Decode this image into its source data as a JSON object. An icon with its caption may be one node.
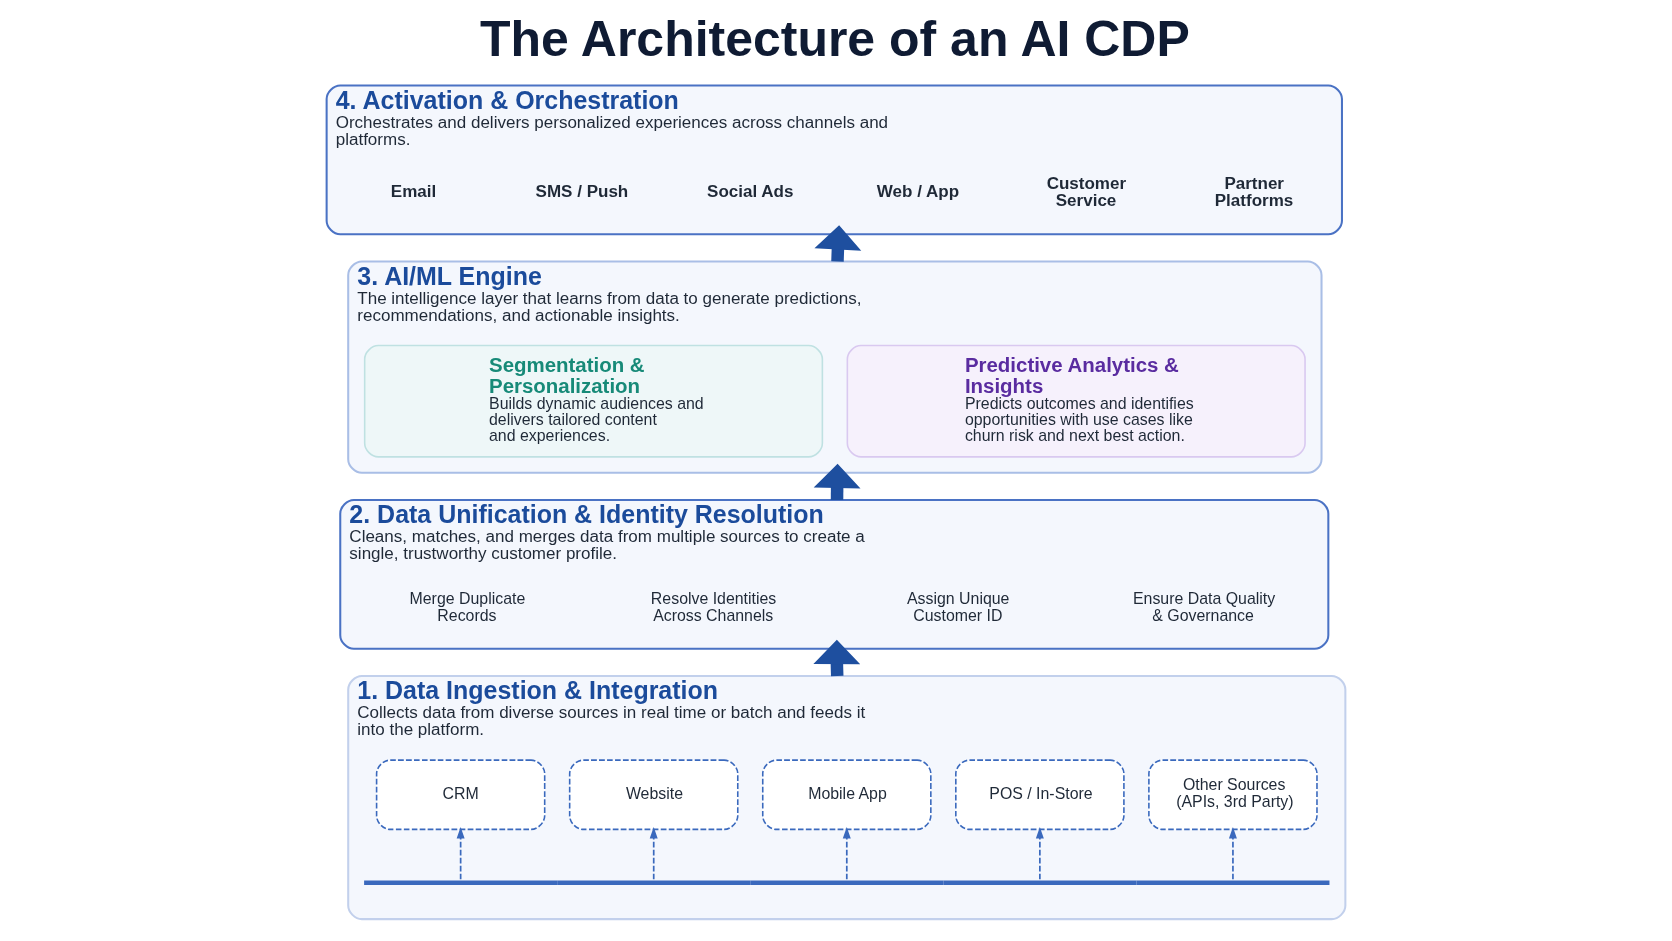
{
  "diagram": {
    "title": "The Architecture of an AI CDP",
    "nodes": [
      {
        "text": [
          "4. Activation & Orchestration",
          "Orchestrates and delivers personalized experiences across channels and platforms."
        ]
      },
      {
        "text": [
          "Email"
        ],
        "in": 0
      },
      {
        "text": [
          "SMS / Push"
        ],
        "in": 0
      },
      {
        "text": [
          "Social Ads"
        ],
        "in": 0
      },
      {
        "text": [
          "Web / App"
        ],
        "in": 0
      },
      {
        "text": [
          "Customer Service"
        ],
        "in": 0
      },
      {
        "text": [
          "Partner Platforms"
        ],
        "in": 0
      },
      {
        "text": [
          "3. AI/ML Engine",
          "The intelligence layer that learns from data to generate predictions, recommendations, and actionable insights."
        ]
      },
      {
        "text": [
          "Segmentation & Personalization",
          "Builds dynamic audiences and delivers tailored content and experiences."
        ],
        "in": 7
      },
      {
        "text": [
          "Predictive Analytics & Insights",
          "Predicts outcomes and identifies opportunities with use cases like churn risk and next best action."
        ],
        "in": 7
      },
      {
        "text": [
          "2. Data Unification & Identity Resolution",
          "Cleans, matches, and merges data from multiple sources to create a single, trustworthy customer profile."
        ]
      },
      {
        "text": [
          "Merge Duplicate Records"
        ],
        "in": 10
      },
      {
        "text": [
          "Resolve Identities Across Channels"
        ],
        "in": 10
      },
      {
        "text": [
          "Assign Unique Customer ID"
        ],
        "in": 10
      },
      {
        "text": [
          "Ensure Data Quality & Governance"
        ],
        "in": 10
      },
      {
        "text": [
          "1. Data Ingestion & Integration",
          "Collects data from diverse sources in real time or batch and feeds it into the platform."
        ]
      },
      {
        "text": [],
        "shape": "bar",
        "in": 15
      },
      {
        "text": [
          "CRM"
        ],
        "in": 15
      },
      {
        "text": [
          "Website"
        ],
        "in": 15
      },
      {
        "text": [
          "Mobile App"
        ],
        "in": 15
      },
      {
        "text": [
          "POS / In-Store"
        ],
        "in": 15
      },
      {
        "text": [
          "Other Sources (APIs, 3rd Party)"
        ],
        "in": 15
      }
    ],
    "edges": [
      {
        "from": 7,
        "to": 0,
        "arrow": "to",
        "style": "thick",
        "color": "#1e4f9f"
      },
      {
        "from": 10,
        "to": 7,
        "arrow": "to",
        "style": "thick",
        "color": "#1e4f9f"
      },
      {
        "from": 15,
        "to": 10,
        "arrow": "to",
        "style": "thick",
        "color": "#1e4f9f"
      },
      {
        "from": 16,
        "to": 17,
        "arrow": "to",
        "style": "dashed"
      },
      {
        "from": 16,
        "to": 18,
        "arrow": "to",
        "style": "dashed"
      },
      {
        "from": 16,
        "to": 19,
        "arrow": "to",
        "style": "dashed"
      },
      {
        "from": 16,
        "to": 20,
        "arrow": "to",
        "style": "dashed"
      },
      {
        "from": 16,
        "to": 21,
        "arrow": "to",
        "style": "dashed"
      }
    ]
  }
}
